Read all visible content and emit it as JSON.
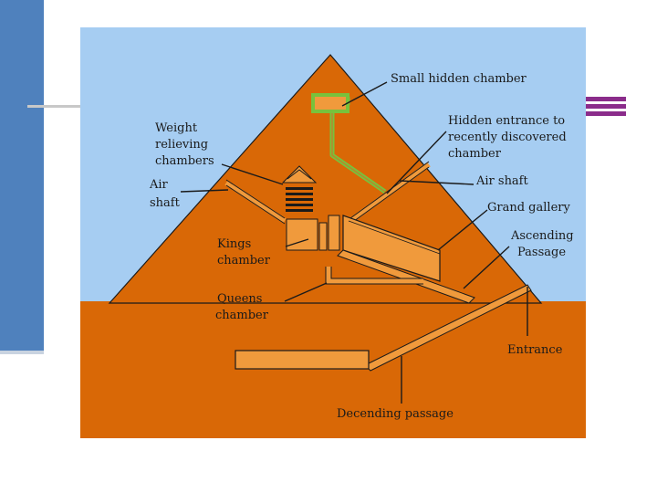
{
  "labels": {
    "small_hidden_chamber": "Small hidden chamber",
    "weight_relieving_1": "Weight",
    "weight_relieving_2": "relieving",
    "weight_relieving_3": "chambers",
    "hidden_entrance_1": "Hidden entrance to",
    "hidden_entrance_2": "recently discovered",
    "hidden_entrance_3": "chamber",
    "air_shaft_left_1": "Air",
    "air_shaft_left_2": "shaft",
    "air_shaft_right": "Air shaft",
    "grand_gallery": "Grand gallery",
    "ascending_1": "Ascending",
    "ascending_2": "Passage",
    "kings_1": "Kings",
    "kings_2": "chamber",
    "queens_1": "Queens",
    "queens_2": "chamber",
    "entrance": "Entrance",
    "descending": "Decending passage"
  },
  "colors": {
    "sky": "#a6cdf2",
    "pyramid": "#d96806",
    "chamber_fill": "#f09a3c",
    "hidden_shaft": "#78c23c",
    "hidden_shaft_inner": "#b5882e",
    "accent": "#8b2c8b",
    "side_bar": "#4f81bd"
  }
}
